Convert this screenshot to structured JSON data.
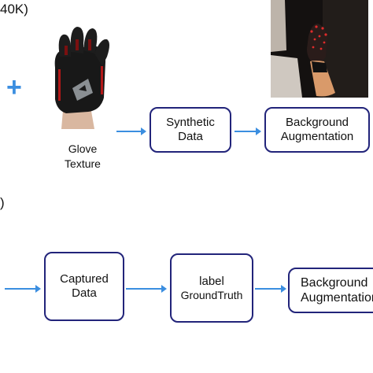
{
  "top": {
    "section_label": "40K)",
    "plus_symbol": "+",
    "glove_caption": [
      "Glove",
      "Texture"
    ],
    "synthetic_box": [
      "Synthetic",
      "Data"
    ],
    "augment_box": [
      "Background",
      "Augmentation"
    ]
  },
  "bottom": {
    "section_label": ")",
    "captured_box": [
      "Captured",
      "Data"
    ],
    "label_box": [
      "label",
      "GroundTruth"
    ],
    "augment_box": [
      "Background",
      "Augmentation"
    ]
  },
  "colors": {
    "arrow": "#3b8ee0",
    "box_border": "#22247a"
  }
}
